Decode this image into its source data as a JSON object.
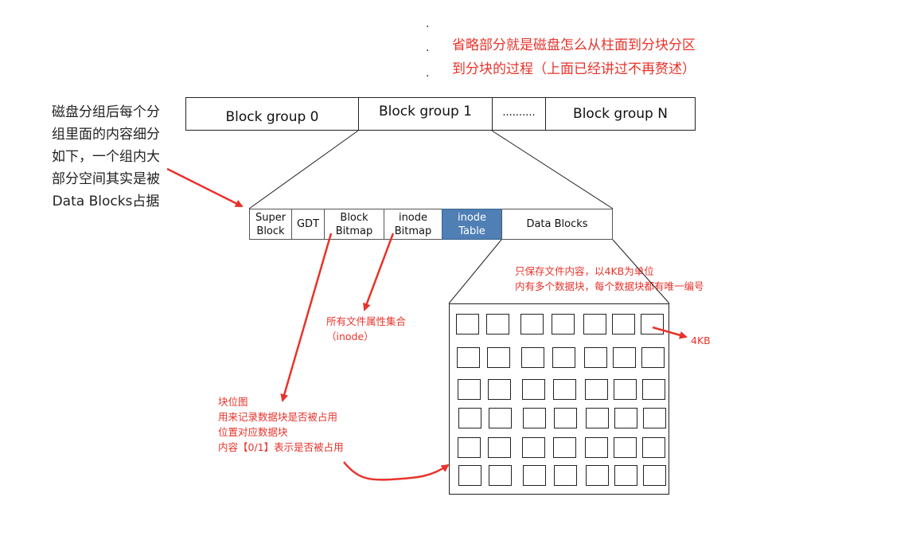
{
  "top_note": {
    "line1": "省略部分就是磁盘怎么从柱面到分块分区",
    "line2": "到分块的过程（上面已经讲过不再赘述）",
    "dot": "."
  },
  "left_note": {
    "lines": [
      "磁盘分组后每个分",
      "组里面的内容细分",
      "如下，一个组内大",
      "部分空间其实是被",
      "Data Blocks占据"
    ]
  },
  "block_groups": [
    "Block group 0",
    "Block group 1",
    "..........",
    "Block group N"
  ],
  "segments": [
    {
      "line1": "Super",
      "line2": "Block"
    },
    {
      "line1": "GDT",
      "line2": ""
    },
    {
      "line1": "Block",
      "line2": "Bitmap"
    },
    {
      "line1": "inode",
      "line2": "Bitmap"
    },
    {
      "line1": "inode",
      "line2": "Table"
    },
    {
      "line1": "Data Blocks",
      "line2": ""
    }
  ],
  "data_blocks_note": {
    "line1": "只保存文件内容，以4KB为单位",
    "line2": "内有多个数据块，每个数据块都有唯一编号"
  },
  "inode_table_note": {
    "line1": "所有文件属性集合",
    "line2": "（inode）"
  },
  "block_bitmap_note": {
    "lines": [
      "块位图",
      "用来记录数据块是否被占用",
      "位置对应数据块",
      "内容【0/1】表示是否被占用"
    ]
  },
  "size_label": "4KB",
  "colors": {
    "annotation": "#e8332b",
    "inode_table_fill": "#4f7fb4"
  }
}
